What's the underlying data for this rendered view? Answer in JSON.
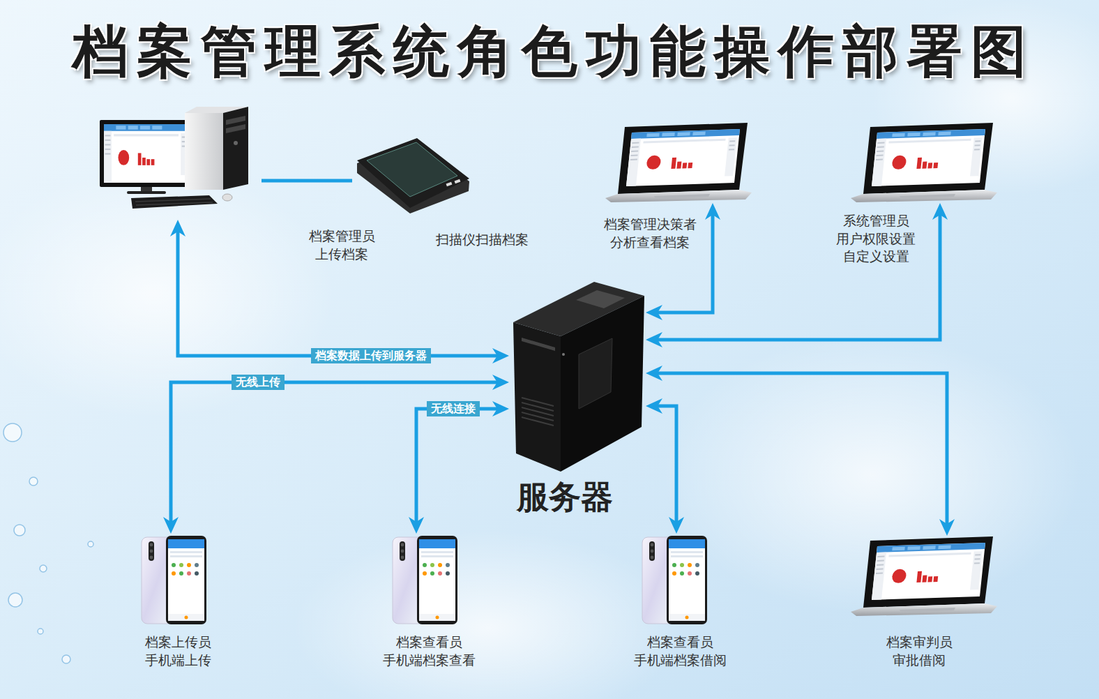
{
  "diagram": {
    "title": "档案管理系统角色功能操作部署图",
    "nodes": [
      {
        "text": [
          "档案管理员 上传档案"
        ]
      },
      {
        "text": [
          "扫描仪扫描档案"
        ]
      },
      {
        "text": [
          "档案管理决策者 分析查看档案"
        ]
      },
      {
        "text": [
          "系统管理员 用户权限设置 自定义设置"
        ]
      },
      {
        "text": [
          "服务器"
        ]
      },
      {
        "text": [
          "档案上传员 手机端上传"
        ]
      },
      {
        "text": [
          "档案查看员 手机端档案查看"
        ]
      },
      {
        "text": [
          "档案查看员 手机端档案借阅"
        ]
      },
      {
        "text": [
          "档案审判员 审批借阅"
        ]
      }
    ],
    "edges": [
      {
        "from": 0,
        "to": 1,
        "arrow": "none"
      },
      {
        "from": 0,
        "to": 4,
        "label": "档案数据上传到服务器",
        "arrow": "both"
      },
      {
        "from": 4,
        "to": 5,
        "label": "无线上传",
        "arrow": "both"
      },
      {
        "from": 4,
        "to": 6,
        "label": "无线连接",
        "arrow": "both"
      },
      {
        "from": 4,
        "to": 7,
        "arrow": "both"
      },
      {
        "from": 4,
        "to": 2,
        "arrow": "both"
      },
      {
        "from": 4,
        "to": 3,
        "arrow": "both"
      },
      {
        "from": 4,
        "to": 8,
        "arrow": "both"
      }
    ]
  }
}
